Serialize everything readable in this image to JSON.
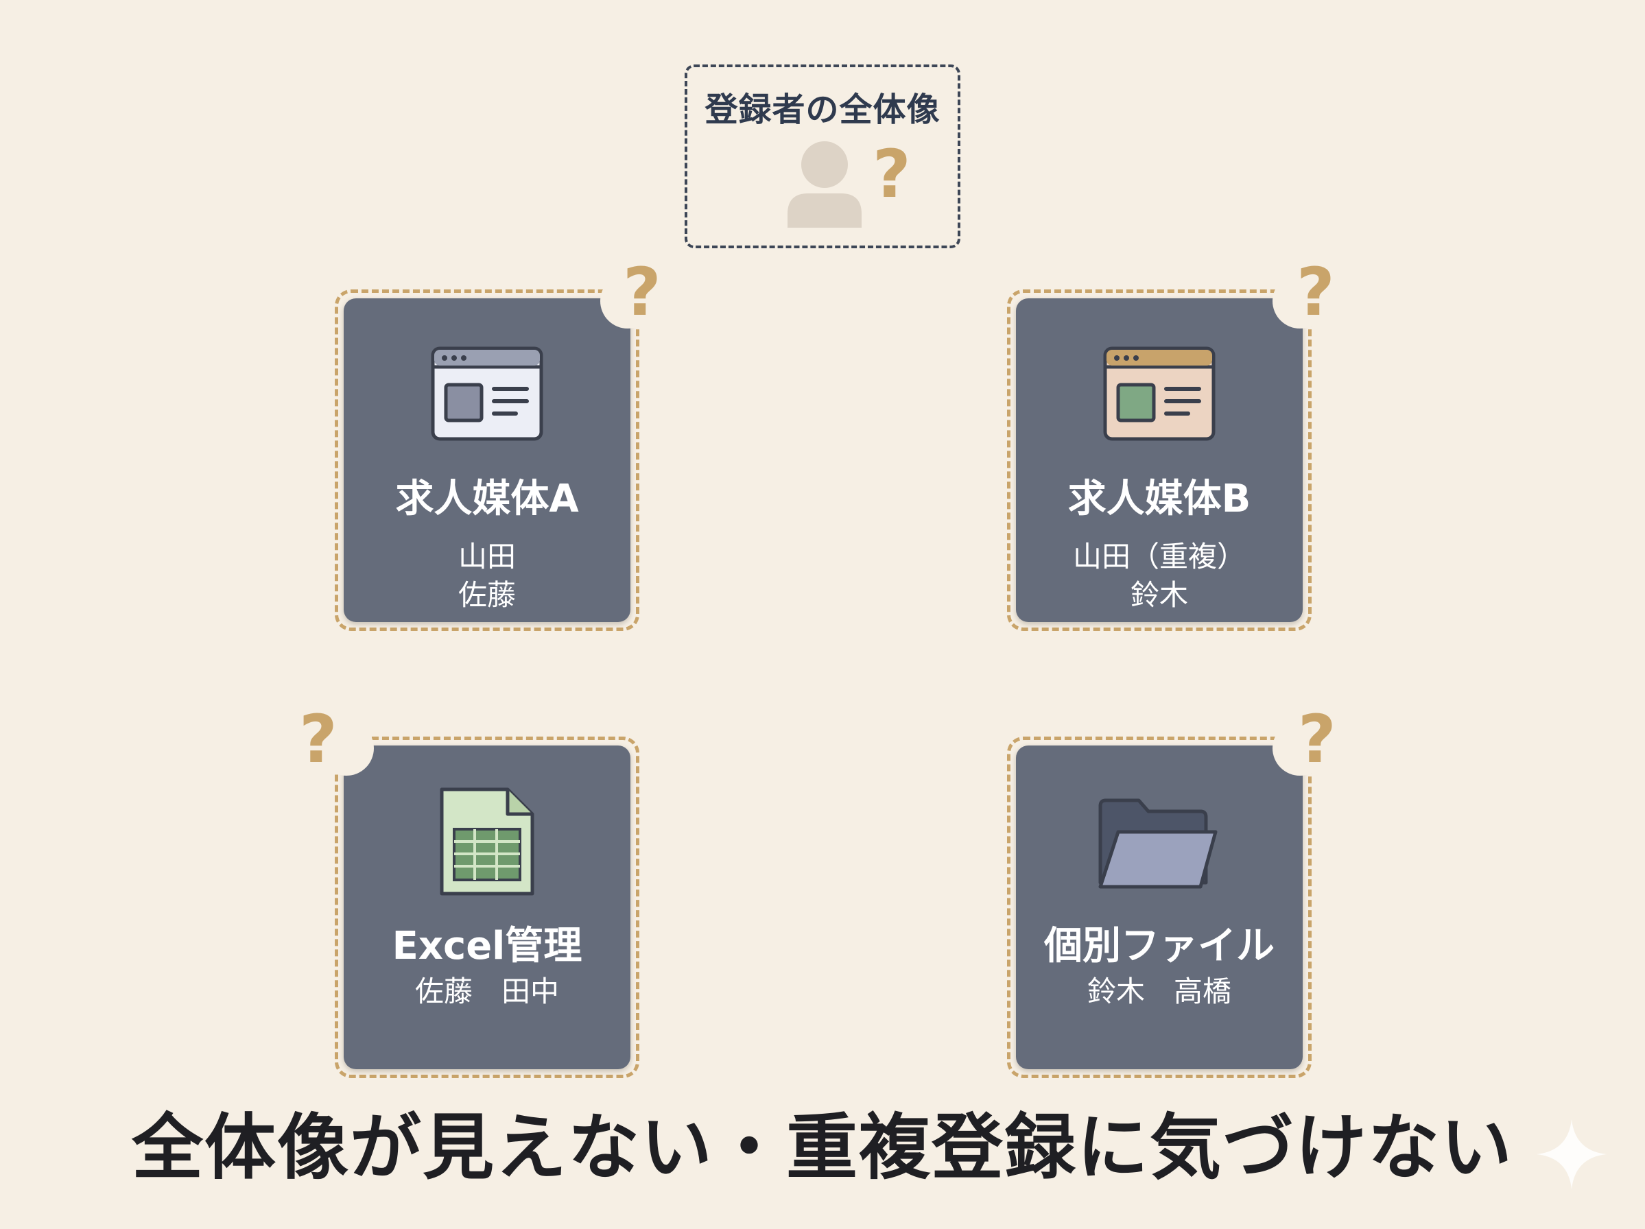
{
  "overview": {
    "title": "登録者の全体像",
    "question": "?"
  },
  "cards": [
    {
      "name": "求人媒体A",
      "lines": [
        "山田",
        "佐藤"
      ],
      "icon": "browser-window-icon"
    },
    {
      "name": "求人媒体B",
      "lines": [
        "山田（重複）",
        "鈴木"
      ],
      "icon": "browser-window-icon"
    },
    {
      "name": "Excel管理",
      "lines": [
        "佐藤　田中"
      ],
      "icon": "spreadsheet-icon"
    },
    {
      "name": "個別ファイル",
      "lines": [
        "鈴木　高橋"
      ],
      "icon": "folder-icon"
    }
  ],
  "question_mark": "?",
  "headline": "全体像が見えない・重複登録に気づけない",
  "colors": {
    "background": "#f6efe4",
    "card": "#656c7b",
    "accent": "#c9a46a",
    "text_dark": "#1f1f23",
    "title_navy": "#2f3a4e"
  }
}
